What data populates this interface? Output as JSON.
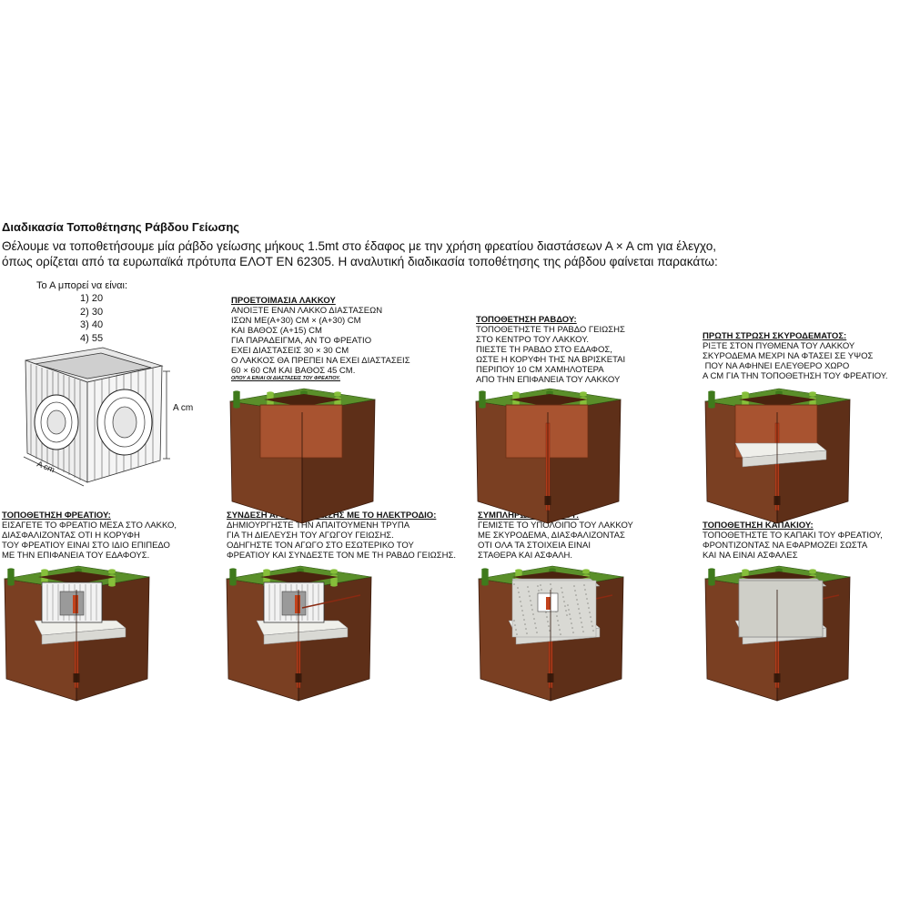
{
  "header": {
    "title": "Διαδικασία Τοποθέτησης Ράβδου Γείωσης",
    "intro_line1": "Θέλουμε να τοποθετήσουμε μία ράβδο γείωσης μήκους 1.5mt στο έδαφος με την χρήση φρεατίου διαστάσεων Α × Α cm για έλεγχο,",
    "intro_line2": "όπως ορίζεται από τα ευρωπαϊκά πρότυπα ΕΛΟΤ ΕΝ 62305. Η αναλυτική διαδικασία τοποθέτησης της ράβδου φαίνεται παρακάτω:"
  },
  "sizes": {
    "label": "Το Α μπορεί να είναι:",
    "options": [
      "1)  20",
      "2)  30",
      "3)  40",
      "4)  55"
    ],
    "dim_height": "A cm",
    "dim_depth": "A cm"
  },
  "steps": [
    {
      "heading": "ΠΡΟΕΤΟΙΜΑΣΙΑ ΛΑΚΚΟΥ",
      "body": "ΑΝΟΙΞΤΕ ΕΝΑΝ ΛΑΚΚΟ ΔΙΑΣΤΑΣΕΩΝ\nΙΣΩΝ ΜΕ(Α+30) CM × (Α+30) CM\nΚΑΙ ΒΑΘΟΣ (Α+15) CM\nΓΙΑ ΠΑΡΑΔΕΙΓΜΑ, ΑΝ ΤΟ ΦΡΕΑΤΙΟ\nΕΧΕΙ ΔΙΑΣΤΑΣΕΙΣ 30 × 30 CM\nΟ ΛΑΚΚΟΣ ΘΑ ΠΡΕΠΕΙ ΝΑ ΕΧΕΙ ΔΙΑΣΤΑΣΕΙΣ\n60 × 60 CM ΚΑΙ ΒΑΘΟΣ 45 CM.",
      "note": "ΟΠΟΥ Α ΕΙΝΑΙ ΟΙ ΔΙΑΣΤΑΣΕΙΣ ΤΟΥ ΦΡΕΑΤΙΟΥ."
    },
    {
      "heading": "ΤΟΠΟΘΕΤΗΣΗ ΡΑΒΔΟΥ:",
      "body": "ΤΟΠΟΘΕΤΗΣΤΕ ΤΗ ΡΑΒΔΟ ΓΕΙΩΣΗΣ\nΣΤΟ ΚΕΝΤΡΟ ΤΟΥ ΛΑΚΚΟΥ.\nΠΙΕΣΤΕ ΤΗ ΡΑΒΔΟ ΣΤΟ ΕΔΑΦΟΣ,\nΩΣΤΕ Η ΚΟΡΥΦΗ ΤΗΣ ΝΑ ΒΡΙΣΚΕΤΑΙ\nΠΕΡΙΠΟΥ 10 CM ΧΑΜΗΛΟΤΕΡΑ\nΑΠΟ ΤΗΝ ΕΠΙΦΑΝΕΙΑ ΤΟΥ ΛΑΚΚΟΥ"
    },
    {
      "heading": "ΠΡΩΤΗ ΣΤΡΩΣΗ ΣΚΥΡΟΔΕΜΑΤΟΣ:",
      "body": "ΡΙΞΤΕ ΣΤΟΝ ΠΥΘΜΕΝΑ ΤΟΥ ΛΑΚΚΟΥ\nΣΚΥΡΟΔΕΜΑ ΜΕΧΡΙ ΝΑ ΦΤΑΣΕΙ ΣΕ ΥΨΟΣ\n ΠΟΥ ΝΑ ΑΦΗΝΕΙ ΕΛΕΥΘΕΡΟ ΧΩΡΟ\nΑ CM ΓΙΑ ΤΗΝ ΤΟΠΟΘΕΤΗΣΗ ΤΟΥ ΦΡΕΑΤΙΟΥ."
    },
    {
      "heading": "ΤΟΠΟΘΕΤΗΣΗ ΦΡΕΑΤΙΟΥ:",
      "body": "ΕΙΣΑΓΕΤΕ ΤΟ ΦΡΕΑΤΙΟ ΜΕΣΑ ΣΤΟ ΛΑΚΚΟ,\nΔΙΑΣΦΑΛΙΖΟΝΤΑΣ ΟΤΙ Η ΚΟΡΥΦΗ\nΤΟΥ ΦΡΕΑΤΙΟΥ ΕΙΝΑΙ ΣΤΟ ΙΔΙΟ ΕΠΙΠΕΔΟ\nΜΕ ΤΗΝ ΕΠΙΦΑΝΕΙΑ ΤΟΥ ΕΔΑΦΟΥΣ."
    },
    {
      "heading": "ΣΥΝΔΕΣΗ ΑΓΩΓΟΥ ΓΕΙΩΣΗΣ ΜΕ ΤΟ ΗΛΕΚΤΡΟΔΙΟ:",
      "body": "ΔΗΜΙΟΥΡΓΗΣΤΕ ΤΗΝ ΑΠΑΙΤΟΥΜΕΝΗ ΤΡΥΠΑ\nΓΙΑ ΤΗ ΔΙΕΛΕΥΣΗ ΤΟΥ ΑΓΩΓΟΥ ΓΕΙΩΣΗΣ.\nΟΔΗΓΗΣΤΕ ΤΟΝ ΑΓΩΓΟ ΣΤΟ ΕΣΩΤΕΡΙΚΟ ΤΟΥ\nΦΡΕΑΤΙΟΥ ΚΑΙ ΣΥΝΔΕΣΤΕ ΤΟΝ ΜΕ ΤΗ ΡΑΒΔΟ ΓΕΙΩΣΗΣ."
    },
    {
      "heading": "ΣΥΜΠΛΗΡΩΣΗ ΛΑΚΚΟΥ:",
      "body": "ΓΕΜΙΣΤΕ ΤΟ ΥΠΟΛΟΙΠΟ ΤΟΥ ΛΑΚΚΟΥ\nΜΕ ΣΚΥΡΟΔΕΜΑ, ΔΙΑΣΦΑΛΙΖΟΝΤΑΣ\nΟΤΙ ΟΛΑ ΤΑ ΣΤΟΙΧΕΙΑ ΕΙΝΑΙ\nΣΤΑΘΕΡΑ ΚΑΙ ΑΣΦΑΛΗ."
    },
    {
      "heading": "ΤΟΠΟΘΕΤΗΣΗ ΚΑΠΑΚΙΟΥ:",
      "body": "ΤΟΠΟΘΕΤΗΣΤΕ ΤΟ ΚΑΠΑΚΙ ΤΟΥ ΦΡΕΑΤΙΟΥ,\nΦΡΟΝΤΙΖΟΝΤΑΣ ΝΑ ΕΦΑΡΜΟΖΕΙ ΣΩΣΤΑ\nΚΑΙ ΝΑ ΕΙΝΑΙ ΑΣΦΑΛΕΣ"
    }
  ],
  "colors": {
    "soil": "#7a3f22",
    "soil_dark": "#5e2f18",
    "pit": "#a85330",
    "grass": "#5a8f2a",
    "rod": "#c2421c",
    "concrete": "#d9d9d4"
  }
}
